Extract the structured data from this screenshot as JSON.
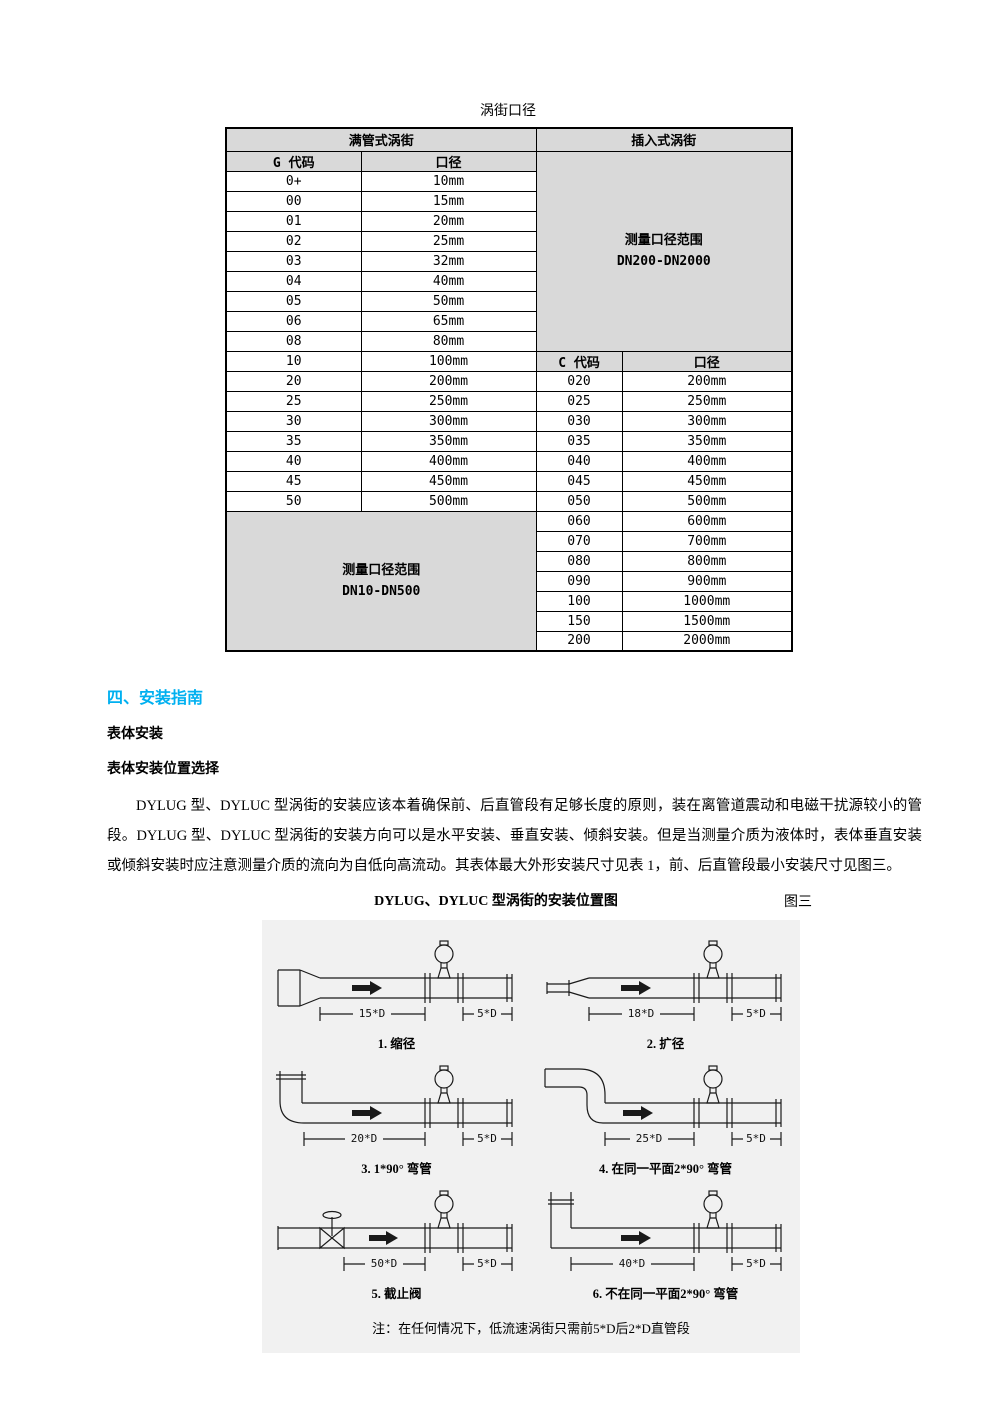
{
  "colors": {
    "section_heading_accent": "#00b0f0",
    "table_header_bg": "#d9d9d9",
    "figure_panel_bg": "#f1f1f1"
  },
  "page": {
    "table_title": "涡街口径",
    "section_heading": "四、安装指南",
    "subheading_1": "表体安装",
    "subheading_2": "表体安装位置选择",
    "paragraph": "DYLUG 型、DYLUC 型涡街的安装应该本着确保前、后直管段有足够长度的原则，装在离管道震动和电磁干扰源较小的管段。DYLUG 型、DYLUC 型涡街的安装方向可以是水平安装、垂直安装、倾斜安装。但是当测量介质为液体时，表体垂直安装或倾斜安装时应注意测量介质的流向为自低向高流动。其表体最大外形安装尺寸见表 1，前、后直管段最小安装尺寸见图三。",
    "figure_caption": "DYLUG、DYLUC 型涡街的安装位置图",
    "figure_label": "图三",
    "note": "注：在任何情况下，低流速涡街只需前5*D后2*D直管段"
  },
  "table": {
    "full_pipe_header": "满管式涡街",
    "insertion_header": "插入式涡街",
    "g_code_header": "G 代码",
    "g_diameter_header": "口径",
    "c_code_header": "C 代码",
    "c_diameter_header": "口径",
    "insertion_range": {
      "line1": "测量口径范围",
      "line2": "DN200-DN2000"
    },
    "full_range": {
      "line1": "测量口径范围",
      "line2": "DN10-DN500"
    },
    "rows_a": [
      {
        "g": "0+",
        "d": "10mm"
      },
      {
        "g": "00",
        "d": "15mm"
      },
      {
        "g": "01",
        "d": "20mm"
      },
      {
        "g": "02",
        "d": "25mm"
      },
      {
        "g": "03",
        "d": "32mm"
      },
      {
        "g": "04",
        "d": "40mm"
      },
      {
        "g": "05",
        "d": "50mm"
      },
      {
        "g": "06",
        "d": "65mm"
      },
      {
        "g": "08",
        "d": "80mm"
      }
    ],
    "row_10": {
      "g": "10",
      "d": "100mm"
    },
    "rows_c": [
      {
        "g": "20",
        "d": "200mm",
        "c": "020",
        "cd": "200mm"
      },
      {
        "g": "25",
        "d": "250mm",
        "c": "025",
        "cd": "250mm"
      },
      {
        "g": "30",
        "d": "300mm",
        "c": "030",
        "cd": "300mm"
      },
      {
        "g": "35",
        "d": "350mm",
        "c": "035",
        "cd": "350mm"
      },
      {
        "g": "40",
        "d": "400mm",
        "c": "040",
        "cd": "400mm"
      },
      {
        "g": "45",
        "d": "450mm",
        "c": "045",
        "cd": "450mm"
      },
      {
        "g": "50",
        "d": "500mm",
        "c": "050",
        "cd": "500mm"
      }
    ],
    "rows_d": [
      {
        "c": "060",
        "cd": "600mm"
      },
      {
        "c": "070",
        "cd": "700mm"
      },
      {
        "c": "080",
        "cd": "800mm"
      },
      {
        "c": "090",
        "cd": "900mm"
      },
      {
        "c": "100",
        "cd": "1000mm"
      },
      {
        "c": "150",
        "cd": "1500mm"
      },
      {
        "c": "200",
        "cd": "2000mm"
      }
    ]
  },
  "diagrams": [
    {
      "caption": "1. 缩径",
      "dim1": "15*D",
      "dim2": "5*D"
    },
    {
      "caption": "2. 扩径",
      "dim1": "18*D",
      "dim2": "5*D"
    },
    {
      "caption": "3. 1*90° 弯管",
      "dim1": "20*D",
      "dim2": "5*D"
    },
    {
      "caption": "4. 在同一平面2*90° 弯管",
      "dim1": "25*D",
      "dim2": "5*D"
    },
    {
      "caption": "5. 截止阀",
      "dim1": "50*D",
      "dim2": "5*D"
    },
    {
      "caption": "6. 不在同一平面2*90° 弯管",
      "dim1": "40*D",
      "dim2": "5*D"
    }
  ]
}
